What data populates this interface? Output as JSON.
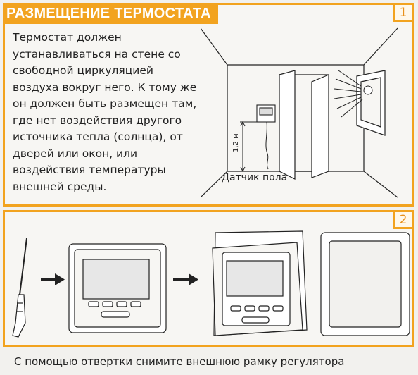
{
  "section1": {
    "title": "РАЗМЕЩЕНИЕ ТЕРМОСТАТА",
    "number": "1",
    "paragraph": "Термостат должен устанавливаться на стене со свободной циркуляцией воздуха вокруг него. К тому же он должен быть размещен там, где нет воздействия другого источника тепла (солнца), от дверей или окон, или воздействия температуры внешней среды.",
    "height_label": "1,2 м",
    "sensor_label": "Датчик пола"
  },
  "section2": {
    "number": "2",
    "caption": "С помощью отвертки снимите внешнюю рамку регулятора"
  },
  "colors": {
    "accent": "#f2a31f",
    "border": "#f2a31f",
    "text": "#222222"
  },
  "icons": [
    "screwdriver-icon",
    "arrow-right-icon",
    "thermostat-device-icon",
    "sun-icon"
  ]
}
